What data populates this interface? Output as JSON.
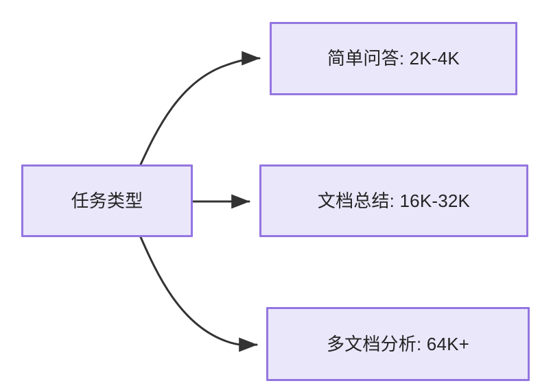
{
  "diagram": {
    "type": "flowchart",
    "direction": "left-to-right",
    "background_color": "#ffffff",
    "node_fill_color": "#eae7fb",
    "node_border_color": "#9475e0",
    "node_text_color": "#232323",
    "edge_color": "#333333",
    "root": {
      "id": "root",
      "label": "任务类型"
    },
    "branches": [
      {
        "id": "simple-qa",
        "label": "简单问答: 2K-4K",
        "task": "简单问答",
        "context_length": "2K-4K",
        "edge_style": "curved"
      },
      {
        "id": "doc-summary",
        "label": "文档总结: 16K-32K",
        "task": "文档总结",
        "context_length": "16K-32K",
        "edge_style": "straight"
      },
      {
        "id": "multi-doc",
        "label": "多文档分析: 64K+",
        "task": "多文档分析",
        "context_length": "64K+",
        "edge_style": "curved"
      }
    ]
  }
}
